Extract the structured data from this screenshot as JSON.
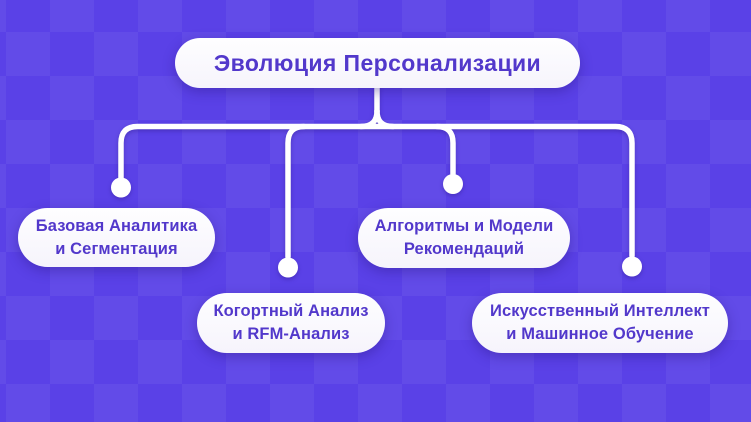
{
  "title": {
    "label": "Эволюция Персонализации"
  },
  "nodes": [
    {
      "id": "basic-analytics",
      "line1": "Базовая Аналитика",
      "line2": "и Сегментация"
    },
    {
      "id": "cohort-rfm",
      "line1": "Когортный Анализ",
      "line2": "и RFM-Анализ"
    },
    {
      "id": "algorithms-models",
      "line1": "Алгоритмы и Модели",
      "line2": "Рекомендаций"
    },
    {
      "id": "ai-ml",
      "line1": "Искусственный Интеллект",
      "line2": "и Машинное Обучение"
    }
  ],
  "colors": {
    "background": "#5a41e7",
    "checker": "rgba(255,255,255,0.05)",
    "pill_text": "#5238cb",
    "connector": "#ffffff"
  }
}
